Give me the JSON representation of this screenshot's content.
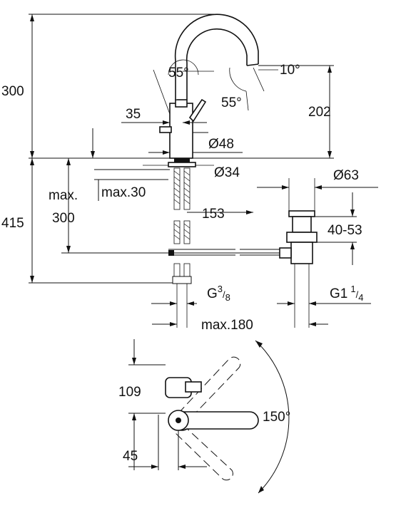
{
  "dimensions": {
    "height_total": "300",
    "spout_angle": "55°",
    "spout_tilt": "10°",
    "lever_angle": "55°",
    "spout_height": "202",
    "lever_offset": "35",
    "base_diameter": "Ø48",
    "installation_height": "415",
    "max_label": "max.",
    "max_depth": "300",
    "counter_thickness": "max.30",
    "hole_diameter": "Ø34",
    "waste_diameter": "Ø63",
    "waste_offset": "153",
    "waste_range": "40-53",
    "inlet_thread": "G",
    "inlet_thread_num": "3",
    "inlet_thread_den": "8",
    "waste_thread": "G1",
    "waste_thread_num": "1",
    "waste_thread_den": "4",
    "max_reach": "max.180",
    "plan_depth": "109",
    "plan_offset": "45",
    "swivel_angle": "150°"
  }
}
